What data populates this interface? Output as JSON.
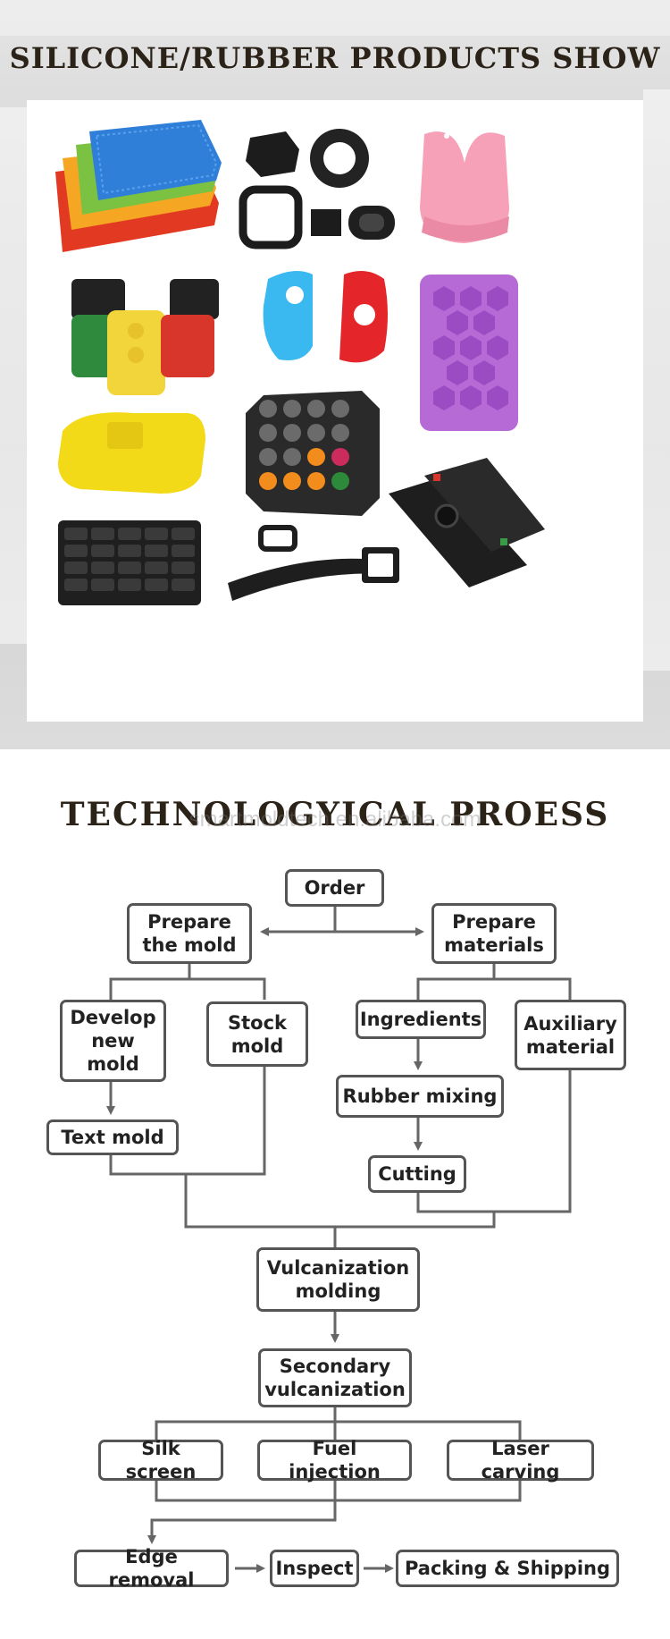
{
  "products_section": {
    "title": "SILICONE/RUBBER PRODUCTS SHOW",
    "items": [
      {
        "name": "heat-resistant-mats",
        "colors": [
          "#e23a22",
          "#f5a623",
          "#7cc242",
          "#2f7fd8"
        ]
      },
      {
        "name": "black-rubber-parts",
        "colors": [
          "#1c1c1c"
        ]
      },
      {
        "name": "baby-bib",
        "colors": [
          "#f7a1b9"
        ]
      },
      {
        "name": "control-keypad",
        "colors": [
          "#2f8a3d",
          "#f2d43b",
          "#d9362b",
          "#222222"
        ]
      },
      {
        "name": "controller-covers",
        "colors": [
          "#3ab8f0",
          "#e4262b"
        ]
      },
      {
        "name": "ice-cube-tray",
        "colors": [
          "#b56ad6"
        ]
      },
      {
        "name": "yellow-rubber-sleeve",
        "colors": [
          "#f3da18"
        ]
      },
      {
        "name": "numeric-keypad",
        "colors": [
          "#6b6b6b",
          "#f28c1c",
          "#2e8a3b",
          "#cc2b5e"
        ]
      },
      {
        "name": "remote-keypads",
        "colors": [
          "#222222",
          "#d9362b",
          "#3a9a45"
        ]
      },
      {
        "name": "calculator-keypad",
        "colors": [
          "#1f1f1f"
        ]
      },
      {
        "name": "rubber-strap",
        "colors": [
          "#1e1e1e"
        ]
      }
    ]
  },
  "process_section": {
    "title": "TECHNOLOGYICAL PROESS",
    "watermark": "smartmoldtech.en.alibaba.com",
    "steps": {
      "order": "Order",
      "prepare_mold": "Prepare the mold",
      "prepare_materials": "Prepare materials",
      "develop_new_mold": "Develop new mold",
      "stock_mold": "Stock mold",
      "ingredients": "Ingredients",
      "auxiliary_material": "Auxiliary material",
      "rubber_mixing": "Rubber mixing",
      "text_mold": "Text mold",
      "cutting": "Cutting",
      "vulcanization_molding": "Vulcanization molding",
      "secondary_vulcanization": "Secondary vulcanization",
      "silk_screen": "Silk screen",
      "fuel_injection": "Fuel injection",
      "laser_carving": "Laser carving",
      "edge_removal": "Edge removal",
      "inspect": "Inspect",
      "packing_shipping": "Packing & Shipping"
    },
    "colors": {
      "line": "#666666",
      "box_border": "#555555"
    }
  }
}
